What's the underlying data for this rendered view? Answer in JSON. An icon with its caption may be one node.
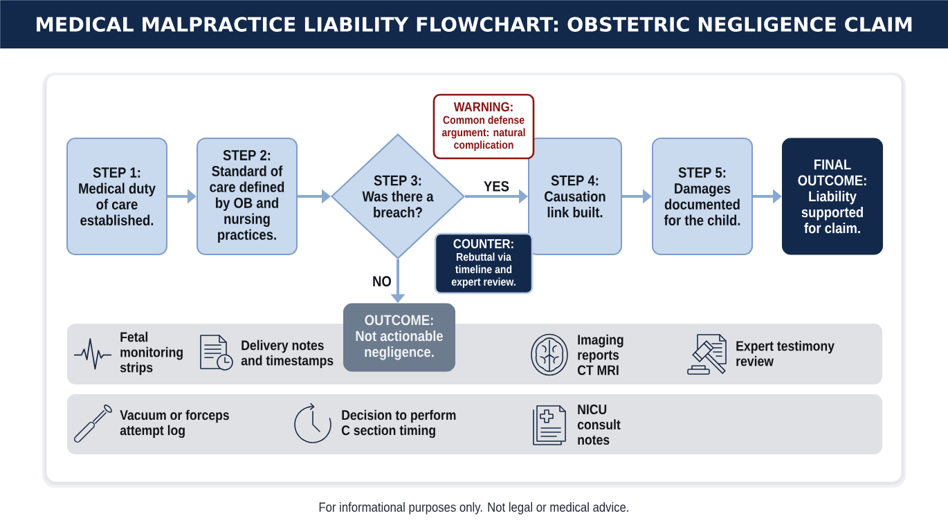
{
  "diagram": {
    "title": "MEDICAL MALPRACTICE LIABILITY FLOWCHART: OBSTETRIC NEGLIGENCE CLAIM",
    "nodes": [
      {
        "text": [
          "STEP 1: Medical duty of care established."
        ]
      },
      {
        "text": [
          "STEP 2: Standard of care defined by OB and nursing practices."
        ]
      },
      {
        "text": [
          "STEP 3: Was there a breach?"
        ]
      },
      {
        "text": [
          "WARNING:",
          "Common defense argument: natural complication"
        ]
      },
      {
        "text": [
          "COUNTER:",
          "Rebuttal via timeline and expert review."
        ]
      },
      {
        "text": [
          "STEP 4: Causation link built."
        ]
      },
      {
        "text": [
          "STEP 5: Damages documented for the child."
        ]
      },
      {
        "text": [
          "FINAL OUTCOME: Liability supported for claim."
        ]
      },
      {
        "text": [
          "OUTCOME: Not actionable negligence."
        ]
      },
      {
        "text": [
          "Fetal monitoring strips",
          "Delivery notes and timestamps",
          "Imaging reports CT MRI",
          "Expert testimony review"
        ]
      },
      {
        "text": [
          "Vacuum or forceps attempt log",
          "Decision to perform C section timing",
          "NICU consult notes"
        ]
      }
    ],
    "edges": [
      {
        "from": 0,
        "to": 1,
        "arrow": "to"
      },
      {
        "from": 1,
        "to": 2,
        "arrow": "to"
      },
      {
        "from": 2,
        "to": 5,
        "arrow": "to",
        "label": "YES"
      },
      {
        "from": 5,
        "to": 6,
        "arrow": "to"
      },
      {
        "from": 6,
        "to": 7,
        "arrow": "to"
      },
      {
        "from": 2,
        "to": 8,
        "arrow": "to",
        "label": "NO"
      }
    ],
    "labels": [
      "For informational purposes only. Not legal or medical advice."
    ]
  }
}
